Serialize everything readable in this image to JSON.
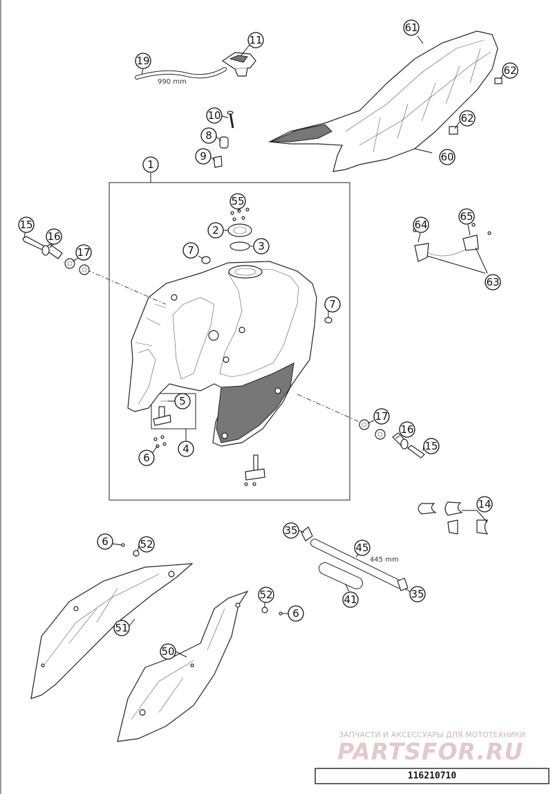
{
  "callouts": [
    {
      "id": "c1",
      "label": "1"
    },
    {
      "id": "c2",
      "label": "2"
    },
    {
      "id": "c3",
      "label": "3"
    },
    {
      "id": "c4",
      "label": "4"
    },
    {
      "id": "c5",
      "label": "5"
    },
    {
      "id": "c6a",
      "label": "6"
    },
    {
      "id": "c6b",
      "label": "6"
    },
    {
      "id": "c6c",
      "label": "6"
    },
    {
      "id": "c7a",
      "label": "7"
    },
    {
      "id": "c7b",
      "label": "7"
    },
    {
      "id": "c8",
      "label": "8"
    },
    {
      "id": "c9",
      "label": "9"
    },
    {
      "id": "c10",
      "label": "10"
    },
    {
      "id": "c11",
      "label": "11"
    },
    {
      "id": "c14",
      "label": "14"
    },
    {
      "id": "c15a",
      "label": "15"
    },
    {
      "id": "c15b",
      "label": "15"
    },
    {
      "id": "c16a",
      "label": "16"
    },
    {
      "id": "c16b",
      "label": "16"
    },
    {
      "id": "c17a",
      "label": "17"
    },
    {
      "id": "c17b",
      "label": "17"
    },
    {
      "id": "c19",
      "label": "19"
    },
    {
      "id": "c35a",
      "label": "35"
    },
    {
      "id": "c35b",
      "label": "35"
    },
    {
      "id": "c41",
      "label": "41"
    },
    {
      "id": "c45",
      "label": "45"
    },
    {
      "id": "c50",
      "label": "50"
    },
    {
      "id": "c51",
      "label": "51"
    },
    {
      "id": "c52a",
      "label": "52"
    },
    {
      "id": "c52b",
      "label": "52"
    },
    {
      "id": "c55",
      "label": "55"
    },
    {
      "id": "c60",
      "label": "60"
    },
    {
      "id": "c61",
      "label": "61"
    },
    {
      "id": "c62a",
      "label": "62"
    },
    {
      "id": "c62b",
      "label": "62"
    },
    {
      "id": "c63",
      "label": "63"
    },
    {
      "id": "c64",
      "label": "64"
    },
    {
      "id": "c65",
      "label": "65"
    }
  ],
  "dimensions": {
    "breather_hose_length": "990 mm",
    "hose_length": "445 mm"
  },
  "watermark": {
    "tagline": "ЗАПЧАСТИ И АКСЕССУАРЫ ДЛЯ МОТОТЕХНИКИ",
    "logo": "PARTSFOR.RU"
  },
  "drawing_number": "116210710",
  "colors": {
    "line": "#111111",
    "watermark": "#e3c9c9"
  }
}
